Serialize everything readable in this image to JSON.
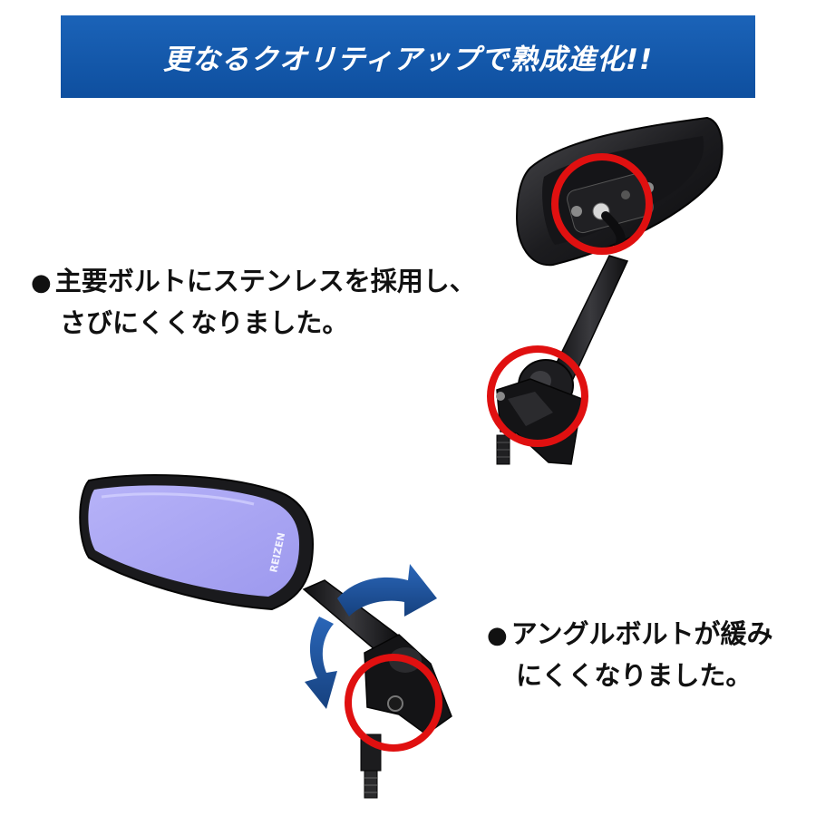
{
  "banner": {
    "title": "更なるクオリティアップで熟成進化!!",
    "color": "#1260b0"
  },
  "features": [
    {
      "bullet": "●",
      "line1": "主要ボルトにステンレスを採用し、",
      "line2": "さびにくくなりました。"
    },
    {
      "bullet": "●",
      "line1": "アングルボルトが緩み",
      "line2": "にくくなりました。"
    }
  ],
  "mirror_logo": "REIZEN",
  "highlight_color": "#e01010",
  "arrow_color": "#1d4f9c",
  "mirror_glass_color": "#a9a6f4"
}
